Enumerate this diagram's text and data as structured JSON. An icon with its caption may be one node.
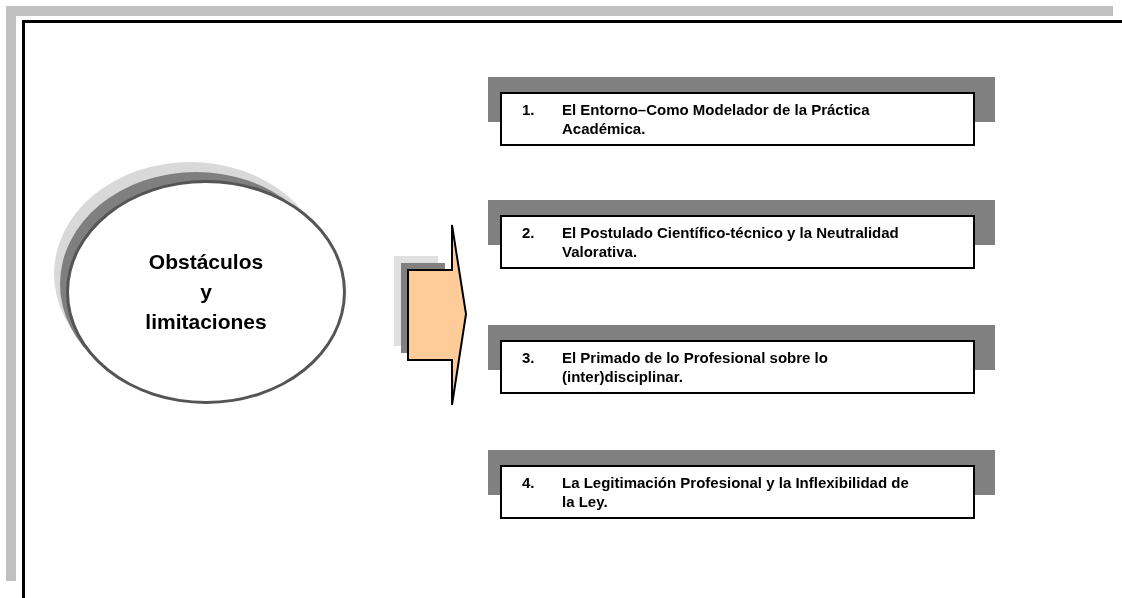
{
  "diagram": {
    "nodes": [
      {
        "text": [
          "Obstáculos y limitaciones"
        ]
      },
      {
        "text": [
          "1. El Entorno–Como Modelador de la Práctica Académica."
        ]
      },
      {
        "text": [
          "2. El Postulado Científico-técnico y la Neutralidad Valorativa."
        ]
      },
      {
        "text": [
          "3. El Primado de lo Profesional sobre lo (inter)disciplinar."
        ]
      },
      {
        "text": [
          "4. La Legitimación Profesional y la Inflexibilidad de la Ley."
        ]
      }
    ]
  }
}
